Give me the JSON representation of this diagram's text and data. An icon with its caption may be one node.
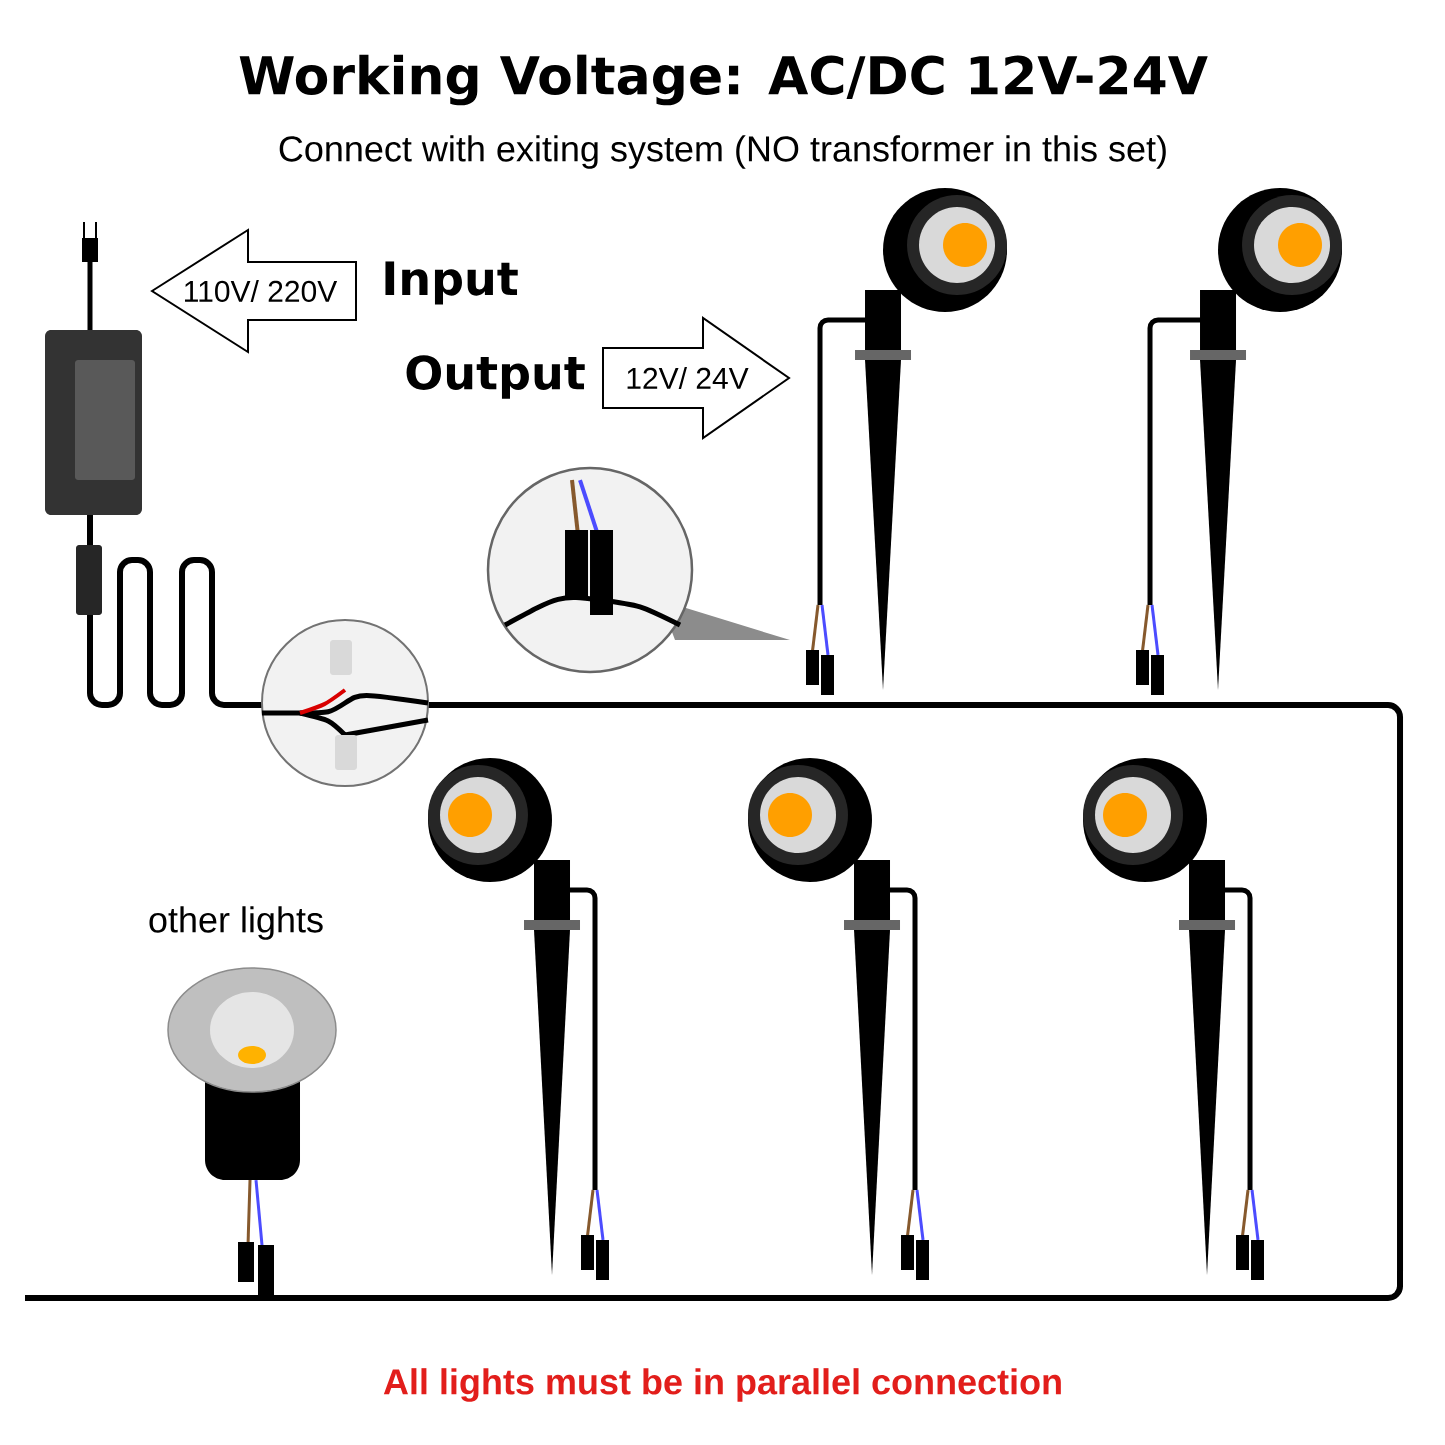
{
  "diagram": {
    "title": "Working Voltage: AC/DC 12V-24V",
    "nodes": [
      {
        "text": [
          "110V/ 220V"
        ]
      },
      {
        "text": [
          "12V/ 24V"
        ]
      }
    ],
    "labels": [
      "Connect with exiting system (NO transformer in this set)",
      "Input",
      "Output",
      "other lights",
      "All lights must be in parallel connection"
    ]
  }
}
